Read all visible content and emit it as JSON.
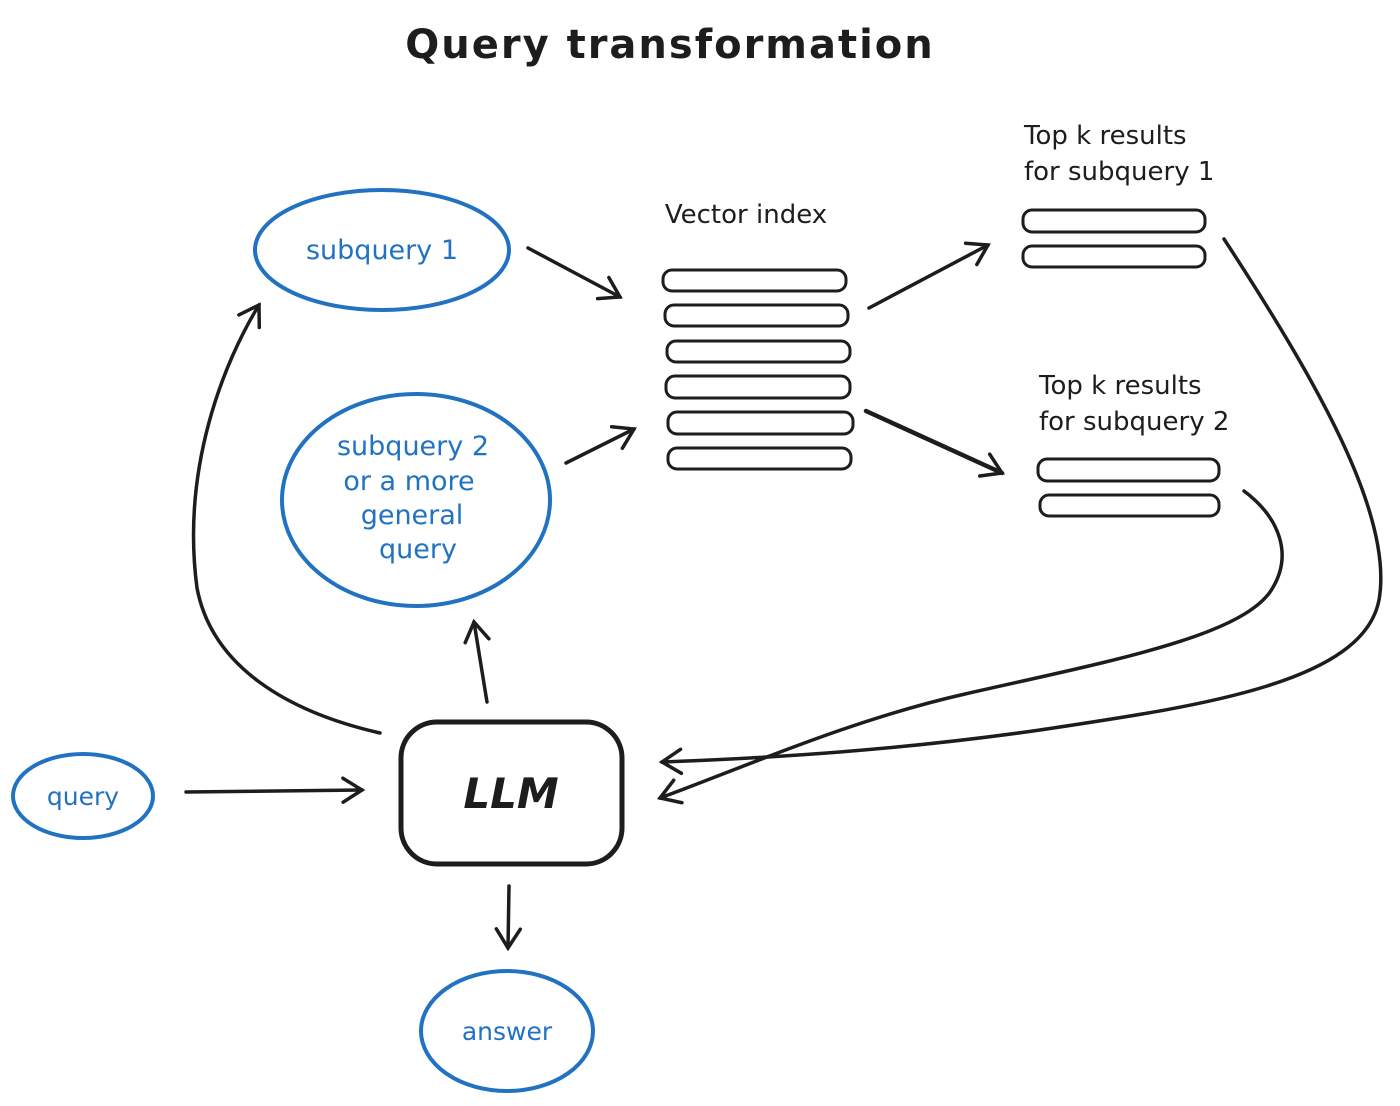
{
  "title": "Query transformation",
  "colors": {
    "ink_black": "#1d1d1f",
    "node_blue": "#2272c2",
    "background": "#ffffff"
  },
  "nodes": {
    "subquery1": {
      "label": "subquery 1"
    },
    "subquery2": {
      "lines": [
        "subquery 2",
        "or a more",
        "general",
        "query"
      ]
    },
    "query": {
      "label": "query"
    },
    "answer": {
      "label": "answer"
    },
    "llm": {
      "label": "LLM"
    },
    "vector_index": {
      "label": "Vector index",
      "rows": 6
    },
    "topk1": {
      "lines": [
        "Top k results",
        "for subquery 1"
      ],
      "rows": 2
    },
    "topk2": {
      "lines": [
        "Top k results",
        "for subquery 2"
      ],
      "rows": 2
    }
  },
  "edges": [
    "query -> LLM",
    "LLM -> subquery 1",
    "LLM -> subquery 2 or a more general query",
    "subquery 1 -> Vector index",
    "subquery 2 -> Vector index",
    "Vector index -> Top k results for subquery 1",
    "Vector index -> Top k results for subquery 2",
    "Top k results for subquery 1 -> LLM",
    "Top k results for subquery 2 -> LLM",
    "LLM -> answer"
  ]
}
